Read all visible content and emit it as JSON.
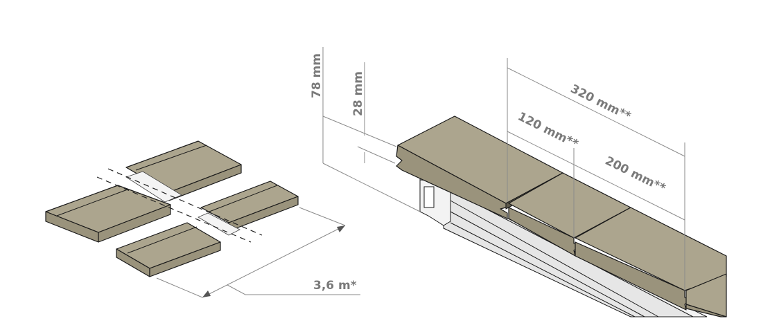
{
  "dimensions": {
    "overall_height": "78 mm",
    "board_thickness": "28 mm",
    "total_width": "320 mm**",
    "narrow_board_width": "120 mm**",
    "wide_board_width": "200 mm**",
    "board_length": "3,6 m*"
  },
  "colors": {
    "board": "#aca58e",
    "board_edge": "#9a937c",
    "joist": "#e6e6e6",
    "dimension_text": "#7a7a7a"
  }
}
